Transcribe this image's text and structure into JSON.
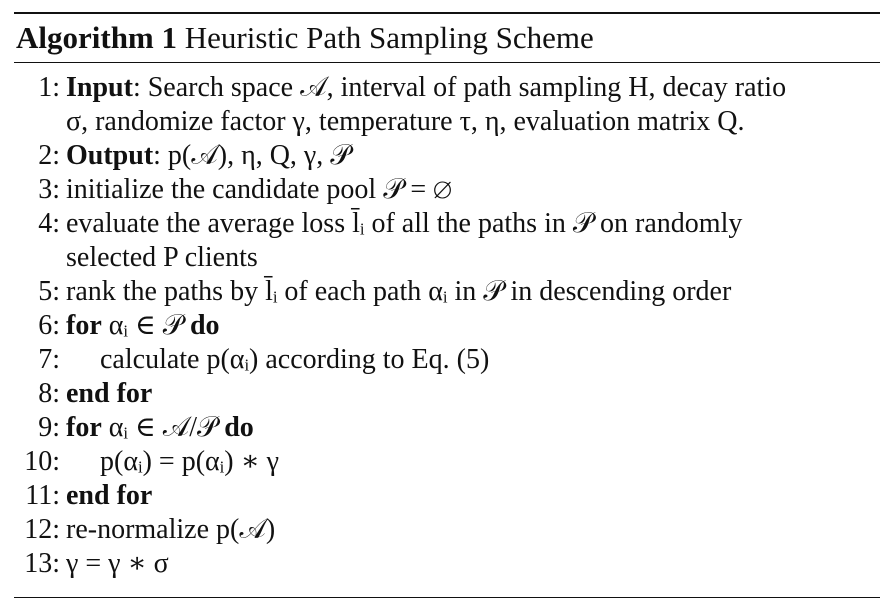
{
  "algorithm": {
    "label": "Algorithm 1",
    "title": "Heuristic Path Sampling Scheme"
  },
  "lines": [
    {
      "num": "1:",
      "kw": "Input",
      "text": ": Search space 𝒜, interval of path sampling H, decay ratio"
    },
    {
      "num": "",
      "kw": "",
      "text": "σ, randomize factor γ, temperature τ, η, evaluation matrix Q."
    },
    {
      "num": "2:",
      "kw": "Output",
      "text": ": p(𝒜), η, Q, γ, 𝒫"
    },
    {
      "num": "3:",
      "kw": "",
      "text": "initialize the candidate pool 𝒫 = ∅"
    },
    {
      "num": "4:",
      "kw": "",
      "text": "evaluate the average loss l̄ᵢ of all the paths in 𝒫 on randomly"
    },
    {
      "num": "",
      "kw": "",
      "text": "selected P clients"
    },
    {
      "num": "5:",
      "kw": "",
      "text": "rank the paths by l̄ᵢ of each path αᵢ in 𝒫 in descending order"
    },
    {
      "num": "6:",
      "kw": "for",
      "text": " αᵢ ∈ 𝒫 ",
      "kw2": "do"
    },
    {
      "num": "7:",
      "kw": "",
      "text": "calculate p(αᵢ) according to Eq. (5)"
    },
    {
      "num": "8:",
      "kw": "end for",
      "text": ""
    },
    {
      "num": "9:",
      "kw": "for",
      "text": " αᵢ ∈ 𝒜/𝒫 ",
      "kw2": "do"
    },
    {
      "num": "10:",
      "kw": "",
      "text": "p(αᵢ) = p(αᵢ) ∗ γ"
    },
    {
      "num": "11:",
      "kw": "end for",
      "text": ""
    },
    {
      "num": "12:",
      "kw": "",
      "text": "re-normalize p(𝒜)"
    },
    {
      "num": "13:",
      "kw": "",
      "text": "γ = γ ∗ σ"
    }
  ]
}
